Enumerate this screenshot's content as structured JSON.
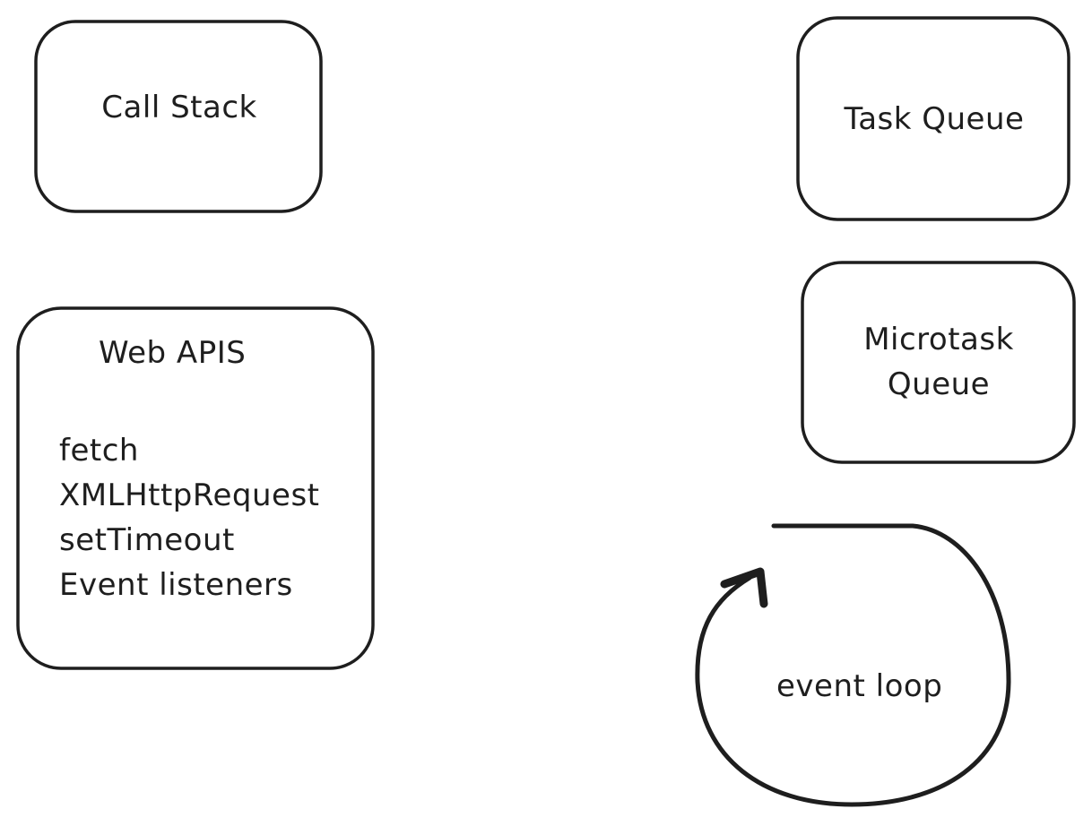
{
  "diagram": {
    "call_stack": {
      "label": "Call Stack"
    },
    "web_apis": {
      "title": "Web APIS",
      "items": [
        "fetch",
        "XMLHttpRequest",
        "setTimeout",
        "Event listeners"
      ]
    },
    "task_queue": {
      "label": "Task Queue"
    },
    "microtask_queue": {
      "line1": "Microtask",
      "line2": "Queue"
    },
    "event_loop": {
      "label": "event loop"
    }
  },
  "colors": {
    "stroke": "#1e1e1e",
    "background": "#ffffff"
  }
}
